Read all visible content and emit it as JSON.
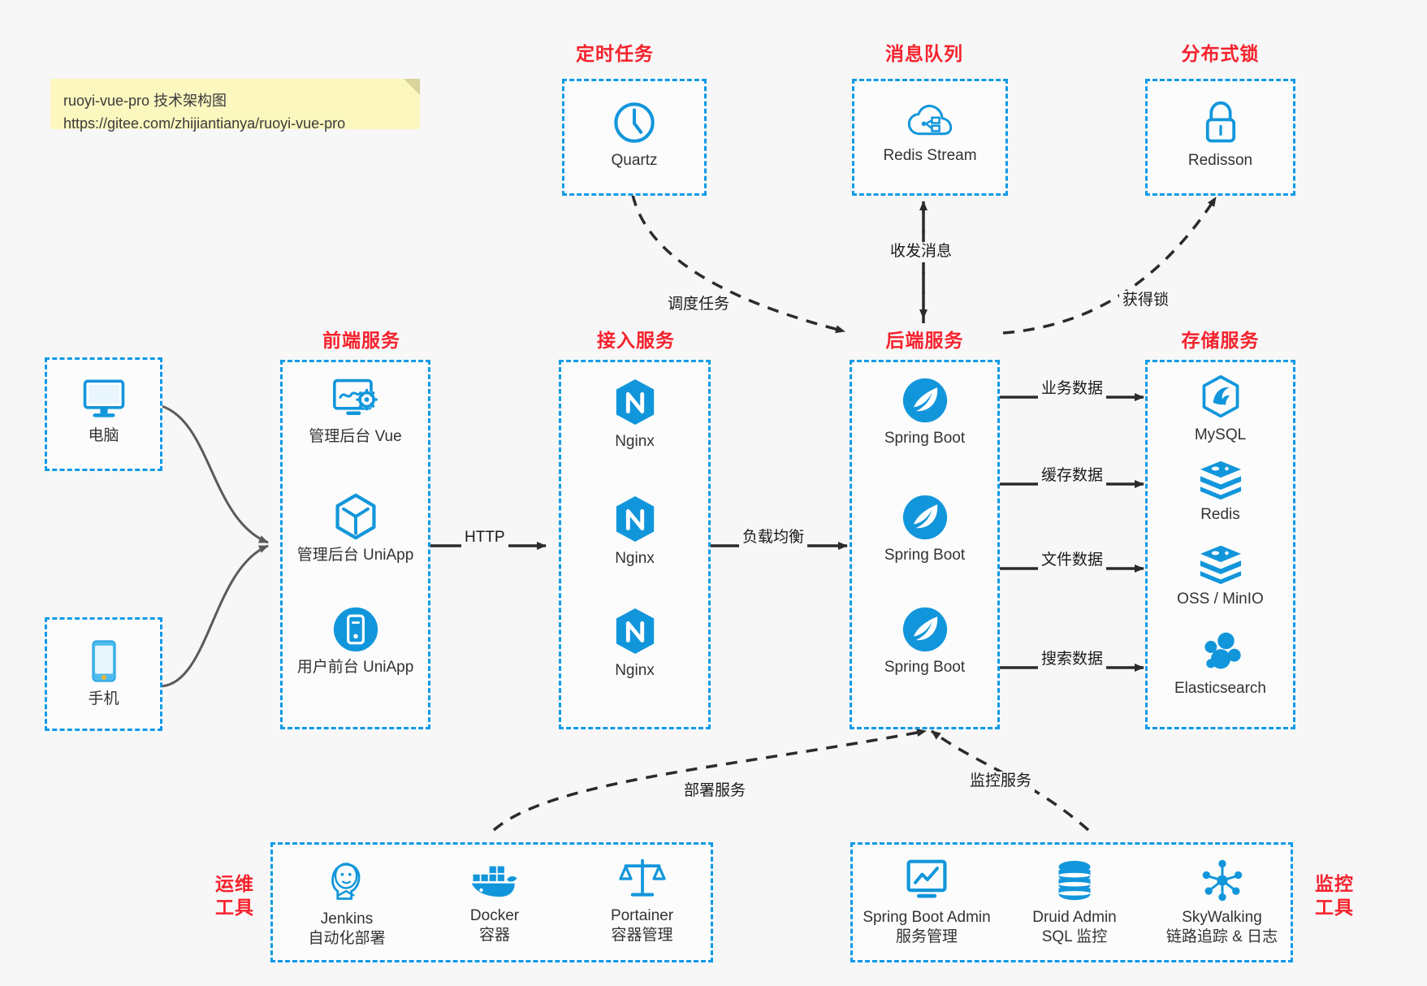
{
  "note": {
    "line1": "ruoyi-vue-pro 技术架构图",
    "line2": "https://gitee.com/zhijiantianya/ruoyi-vue-pro"
  },
  "colors": {
    "accent": "#0f9ae8",
    "header": "#f5222d",
    "icon": "#1296db",
    "canvas": "#f7f7f7",
    "note": "#fbf7bf",
    "edge": "#333333"
  },
  "headers": {
    "scheduled_task": "定时任务",
    "message_queue": "消息队列",
    "distributed_lock": "分布式锁",
    "frontend_service": "前端服务",
    "gateway_service": "接入服务",
    "backend_service": "后端服务",
    "storage_service": "存储服务",
    "ops_tools_line1": "运维",
    "ops_tools_line2": "工具",
    "monitor_tools_line1": "监控",
    "monitor_tools_line2": "工具"
  },
  "groups": {
    "scheduled_task": {
      "nodes": [
        {
          "label": "Quartz",
          "icon": "clock-icon"
        }
      ]
    },
    "message_queue": {
      "nodes": [
        {
          "label": "Redis Stream",
          "icon": "cloud-stream-icon"
        }
      ]
    },
    "distributed_lock": {
      "nodes": [
        {
          "label": "Redisson",
          "icon": "lock-icon"
        }
      ]
    },
    "clients": {
      "nodes": [
        {
          "label": "电脑",
          "icon": "desktop-icon"
        },
        {
          "label": "手机",
          "icon": "mobile-icon"
        }
      ]
    },
    "frontend_service": {
      "nodes": [
        {
          "label": "管理后台 Vue",
          "icon": "dashboard-gear-icon"
        },
        {
          "label": "管理后台 UniApp",
          "icon": "cube-icon"
        },
        {
          "label": "用户前台 UniApp",
          "icon": "phone-circle-icon"
        }
      ]
    },
    "gateway_service": {
      "nodes": [
        {
          "label": "Nginx",
          "icon": "nginx-icon"
        },
        {
          "label": "Nginx",
          "icon": "nginx-icon"
        },
        {
          "label": "Nginx",
          "icon": "nginx-icon"
        }
      ]
    },
    "backend_service": {
      "nodes": [
        {
          "label": "Spring Boot",
          "icon": "spring-boot-icon"
        },
        {
          "label": "Spring Boot",
          "icon": "spring-boot-icon"
        },
        {
          "label": "Spring Boot",
          "icon": "spring-boot-icon"
        }
      ]
    },
    "storage_service": {
      "nodes": [
        {
          "label": "MySQL",
          "icon": "mysql-icon"
        },
        {
          "label": "Redis",
          "icon": "redis-icon"
        },
        {
          "label": "OSS / MinIO",
          "icon": "oss-icon"
        },
        {
          "label": "Elasticsearch",
          "icon": "elasticsearch-icon"
        }
      ]
    },
    "ops_tools": {
      "nodes": [
        {
          "label": "Jenkins",
          "sub": "自动化部署",
          "icon": "jenkins-icon"
        },
        {
          "label": "Docker",
          "sub": "容器",
          "icon": "docker-icon"
        },
        {
          "label": "Portainer",
          "sub": "容器管理",
          "icon": "scales-icon"
        }
      ]
    },
    "monitor_tools": {
      "nodes": [
        {
          "label": "Spring Boot Admin",
          "sub": "服务管理",
          "icon": "monitor-chart-icon"
        },
        {
          "label": "Druid Admin",
          "sub": "SQL 监控",
          "icon": "database-icon"
        },
        {
          "label": "SkyWalking",
          "sub": "链路追踪 & 日志",
          "icon": "skywalking-icon"
        }
      ]
    }
  },
  "edges": {
    "http": "HTTP",
    "load_balance": "负载均衡",
    "schedule_task": "调度任务",
    "send_receive_message": "收发消息",
    "acquire_lock": "获得锁",
    "business_data": "业务数据",
    "cache_data": "缓存数据",
    "file_data": "文件数据",
    "search_data": "搜索数据",
    "deploy_service": "部署服务",
    "monitor_service": "监控服务"
  }
}
